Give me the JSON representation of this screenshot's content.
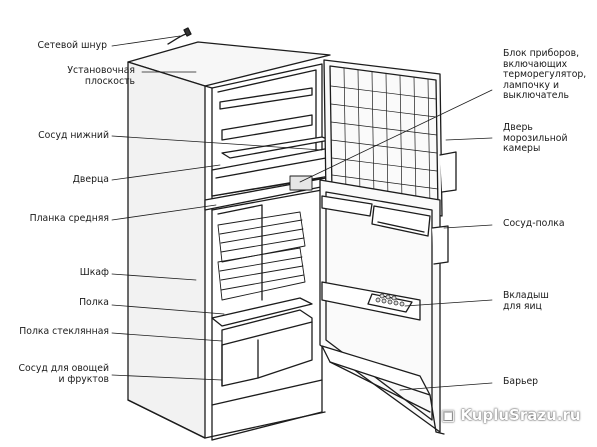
{
  "labels_left": [
    {
      "id": "power-cord",
      "text": "Сетевой шнур"
    },
    {
      "id": "mounting-plane",
      "lines": [
        "Установочная",
        "плоскость"
      ]
    },
    {
      "id": "lower-vessel",
      "text": "Сосуд нижний"
    },
    {
      "id": "small-door",
      "text": "Дверца"
    },
    {
      "id": "middle-bar",
      "text": "Планка средняя"
    },
    {
      "id": "cabinet",
      "text": "Шкаф"
    },
    {
      "id": "shelf",
      "text": "Полка"
    },
    {
      "id": "glass-shelf",
      "text": "Полка стеклянная"
    },
    {
      "id": "veg-vessel",
      "lines": [
        "Сосуд для овощей",
        "и фруктов"
      ]
    }
  ],
  "labels_right": [
    {
      "id": "control-block",
      "lines": [
        "Блок приборов,",
        "включающих",
        "терморегулятор,",
        "лампочку и",
        "выключатель"
      ]
    },
    {
      "id": "freezer-door",
      "lines": [
        "Дверь",
        "морозильной",
        "камеры"
      ]
    },
    {
      "id": "vessel-shelf",
      "text": "Сосуд-полка"
    },
    {
      "id": "egg-insert",
      "lines": [
        "Вкладыш",
        "для яиц"
      ]
    },
    {
      "id": "barrier",
      "text": "Барьер"
    }
  ],
  "watermark": {
    "text": "KupluSrazu.ru"
  }
}
